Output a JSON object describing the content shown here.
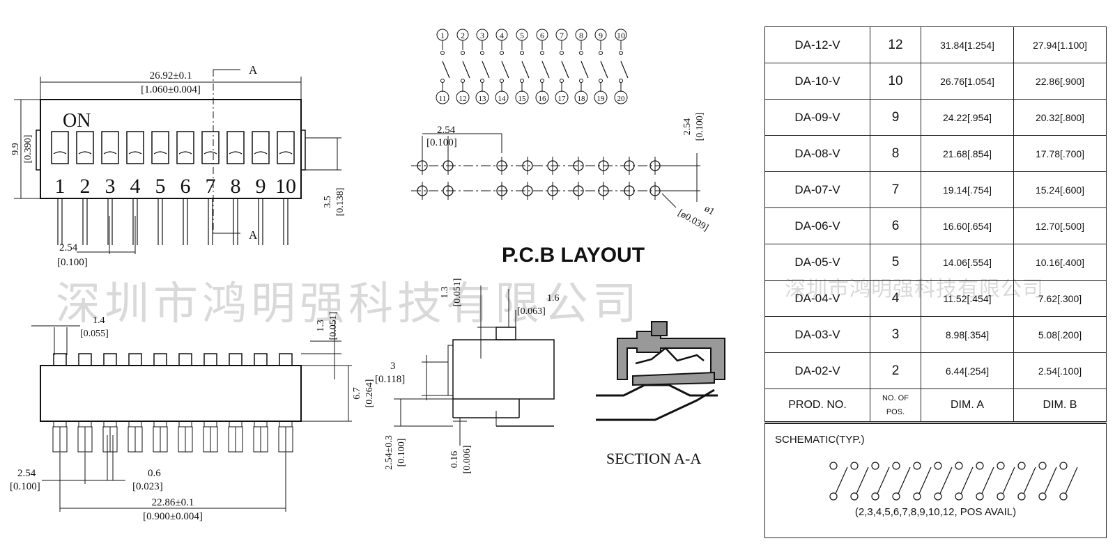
{
  "watermark": "深圳市鸿明强科技有限公司",
  "top_view": {
    "width_dim": "26.92±0.1",
    "width_dim_in": "[1.060±0.004]",
    "section_mark": "A",
    "on_label": "ON",
    "switch_numbers": [
      "1",
      "2",
      "3",
      "4",
      "5",
      "6",
      "7",
      "8",
      "9",
      "10"
    ],
    "height_dim": "9.9",
    "height_dim_in": "[0.390]",
    "pin_len_dim": "3.5",
    "pin_len_dim_in": "[0.138]",
    "pitch_dim": "2.54",
    "pitch_dim_in": "[0.100]"
  },
  "side_view": {
    "actuator_w": "1.4",
    "actuator_w_in": "[0.055]",
    "actuator_h": "1.3",
    "actuator_h_in": "[0.051]",
    "body_h": "6.7",
    "body_h_in": "[0.264]",
    "pitch": "2.54",
    "pitch_in": "[0.100]",
    "pin_w": "0.6",
    "pin_w_in": "[0.023]",
    "span": "22.86±0.1",
    "span_in": "[0.900±0.004]"
  },
  "circuit": {
    "top_numbers": [
      "1",
      "2",
      "3",
      "4",
      "5",
      "6",
      "7",
      "8",
      "9",
      "10"
    ],
    "bottom_numbers": [
      "11",
      "12",
      "13",
      "14",
      "15",
      "16",
      "17",
      "18",
      "19",
      "20"
    ]
  },
  "pcb": {
    "title": "P.C.B  LAYOUT",
    "pitch": "2.54",
    "pitch_in": "[0.100]",
    "row_pitch": "2.54",
    "row_pitch_in": "[0.100]",
    "hole": "ø1",
    "hole_in": "[ø0.039]"
  },
  "end_view": {
    "act_h": "1.3",
    "act_h_in": "[0.051]",
    "act_w": "1.6",
    "act_w_in": "[0.063]",
    "body_dim": "3",
    "body_dim_in": "[0.118]",
    "stand": "2.54±0.3",
    "stand_in": "[0.100]",
    "thick": "0.16",
    "thick_in": "[0.006]"
  },
  "section": {
    "label": "SECTION  A-A"
  },
  "spec_table": {
    "rows": [
      {
        "prod": "DA-12-V",
        "pos": "12",
        "dim_a": "31.84[1.254]",
        "dim_b": "27.94[1.100]"
      },
      {
        "prod": "DA-10-V",
        "pos": "10",
        "dim_a": "26.76[1.054]",
        "dim_b": "22.86[.900]"
      },
      {
        "prod": "DA-09-V",
        "pos": "9",
        "dim_a": "24.22[.954]",
        "dim_b": "20.32[.800]"
      },
      {
        "prod": "DA-08-V",
        "pos": "8",
        "dim_a": "21.68[.854]",
        "dim_b": "17.78[.700]"
      },
      {
        "prod": "DA-07-V",
        "pos": "7",
        "dim_a": "19.14[.754]",
        "dim_b": "15.24[.600]"
      },
      {
        "prod": "DA-06-V",
        "pos": "6",
        "dim_a": "16.60[.654]",
        "dim_b": "12.70[.500]"
      },
      {
        "prod": "DA-05-V",
        "pos": "5",
        "dim_a": "14.06[.554]",
        "dim_b": "10.16[.400]"
      },
      {
        "prod": "DA-04-V",
        "pos": "4",
        "dim_a": "11.52[.454]",
        "dim_b": "7.62[.300]"
      },
      {
        "prod": "DA-03-V",
        "pos": "3",
        "dim_a": "8.98[.354]",
        "dim_b": "5.08[.200]"
      },
      {
        "prod": "DA-02-V",
        "pos": "2",
        "dim_a": "6.44[.254]",
        "dim_b": "2.54[.100]"
      }
    ],
    "header": {
      "prod": "PROD.    NO.",
      "pos_line1": "NO. OF",
      "pos_line2": "POS.",
      "dim_a": "DIM. A",
      "dim_b": "DIM. B"
    }
  },
  "schematic": {
    "title": "SCHEMATIC(TYP.)",
    "note": "(2,3,4,5,6,7,8,9,10,12, POS AVAIL)"
  }
}
